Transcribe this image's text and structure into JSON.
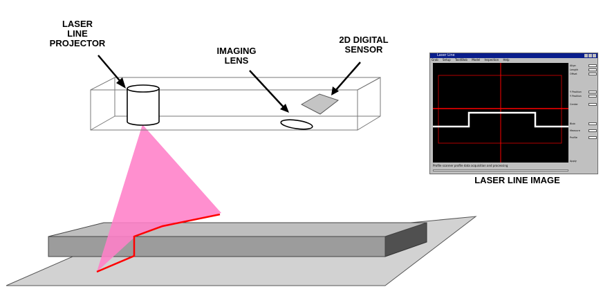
{
  "labels": {
    "projector": [
      "LASER",
      "LINE",
      "PROJECTOR"
    ],
    "lens": [
      "IMAGING",
      "LENS"
    ],
    "sensor": [
      "2D DIGITAL",
      "SENSOR"
    ],
    "image_caption": "LASER LINE IMAGE"
  },
  "colors": {
    "laser_fan": "#ff80c8",
    "laser_line": "#ff0000",
    "object_top": "#bebebe",
    "object_side": "#9c9c9c",
    "object_end": "#505050",
    "base": "#d2d2d2",
    "sensor": "#c4c4c4",
    "window_title": "#0a1e8c"
  },
  "window": {
    "title": "Laser Line",
    "menu": [
      "Grab",
      "Setup",
      "Tool/Blob",
      "Model",
      "Inspection",
      "Help"
    ],
    "panel": [
      {
        "label": "Align"
      },
      {
        "label": "Length"
      },
      {
        "label": "Offset"
      },
      {
        "label": "Y Position"
      },
      {
        "label": "Y Position"
      },
      {
        "label": "Center"
      },
      {
        "label": "Blob"
      },
      {
        "label": "Measure"
      },
      {
        "label": "Profile"
      },
      {
        "label": "Apply"
      }
    ],
    "status": "Profile scanner profile data acquisition and processing"
  }
}
